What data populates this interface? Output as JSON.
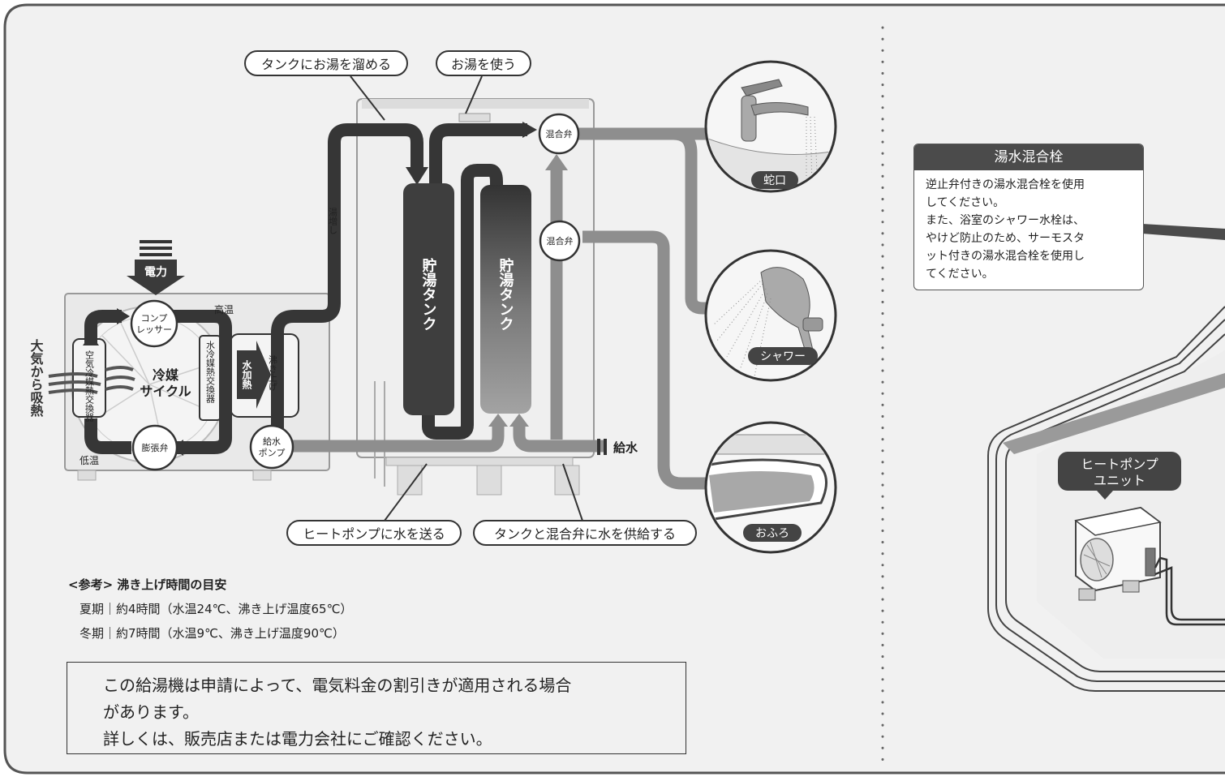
{
  "labels": {
    "store_hot_water": "タンクにお湯を溜める",
    "use_hot_water": "お湯を使う",
    "send_water_to_heat_pump": "ヒートポンプに水を送る",
    "supply_water_to_tank_and_valve": "タンクと混合弁に水を供給する",
    "electric_power": "電力",
    "absorb_heat_from_air": "大気から吸熱",
    "high_temp": "高温",
    "low_temp": "低温",
    "compressor": [
      "コンプ",
      "レッサー"
    ],
    "expansion_valve": "膨張弁",
    "refrigerant_cycle": [
      "冷媒",
      "サイクル"
    ],
    "air_heat_exchanger": "空気冷媒熱交換器",
    "water_heat_exchanger": "水冷媒熱交換器",
    "water_heating": "水加熱",
    "boil_up": "沸き上げ",
    "feed_pump": [
      "給水",
      "ポンプ"
    ],
    "reheating": "湯増し",
    "storage_tank": "貯湯タンク",
    "mixing_valve": "混合弁",
    "water_supply": "給水",
    "faucet": "蛇口",
    "shower": "シャワー",
    "bath": "おふろ",
    "heat_pump_unit": [
      "ヒートポンプ",
      "ユニット"
    ]
  },
  "reference": {
    "title": "<参考> 沸き上げ時間の目安",
    "summer": "夏期｜約4時間（水温24℃、沸き上げ温度65℃）",
    "winter": "冬期｜約7時間（水温9℃、沸き上げ温度90℃）"
  },
  "notice": {
    "line1": "この給湯機は申請によって、電気料金の割引きが適用される場合",
    "line2": "があります。",
    "line3": "詳しくは、販売店または電力会社にご確認ください。"
  },
  "callout": {
    "title": "湯水混合栓",
    "lines": [
      "逆止弁付きの湯水混合栓を使用",
      "してください。",
      "また、浴室のシャワー水栓は、",
      "やけど防止のため、サーモスタ",
      "ット付きの湯水混合栓を使用し",
      "てください。"
    ]
  }
}
